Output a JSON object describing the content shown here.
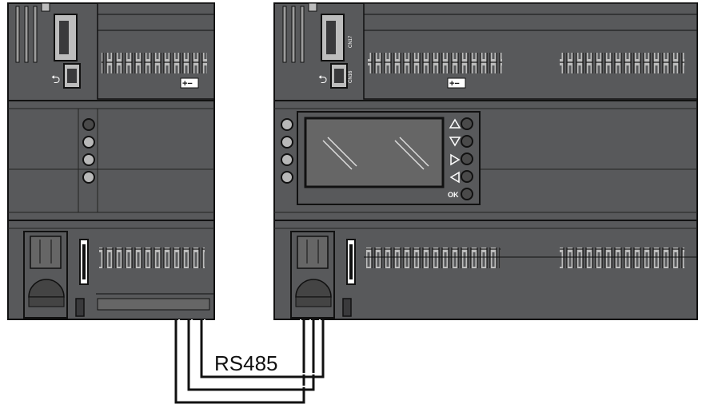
{
  "diagram": {
    "bus_label": "RS485",
    "usb_symbol": "⮌",
    "battery_left": "+−",
    "battery_right": "+−",
    "ok_label": "OK",
    "port_label_top": "CN17",
    "port_label_bottom": "CN16"
  },
  "colors": {
    "housing": "#58595b",
    "housing_dark": "#3a3a3c",
    "outline": "#1a1a1a",
    "led_light": "#b8b8b8",
    "led_dark": "#4a4a4a",
    "screen": "#666666",
    "wire": "#111111"
  },
  "icons": [
    "usb-icon",
    "battery-icon",
    "up-arrow-icon",
    "down-arrow-icon",
    "right-arrow-icon",
    "left-arrow-icon"
  ]
}
